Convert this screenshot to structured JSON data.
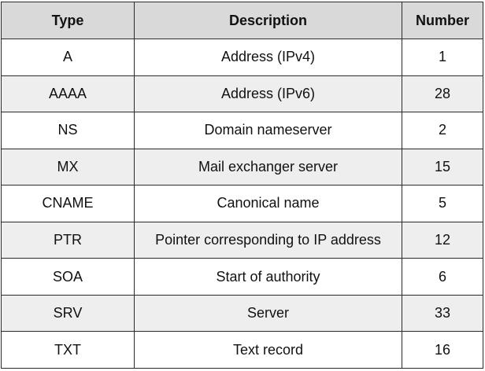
{
  "table": {
    "headers": [
      "Type",
      "Description",
      "Number"
    ],
    "rows": [
      [
        "A",
        "Address (IPv4)",
        "1"
      ],
      [
        "AAAA",
        "Address (IPv6)",
        "28"
      ],
      [
        "NS",
        "Domain nameserver",
        "2"
      ],
      [
        "MX",
        "Mail exchanger server",
        "15"
      ],
      [
        "CNAME",
        "Canonical name",
        "5"
      ],
      [
        "PTR",
        "Pointer corresponding to IP address",
        "12"
      ],
      [
        "SOA",
        "Start of authority",
        "6"
      ],
      [
        "SRV",
        "Server",
        "33"
      ],
      [
        "TXT",
        "Text record",
        "16"
      ]
    ]
  },
  "colors": {
    "header_bg": "#d9d9d9",
    "row_alt_bg": "#eeeeee",
    "row_bg": "#ffffff",
    "border": "#2b2b2b"
  }
}
